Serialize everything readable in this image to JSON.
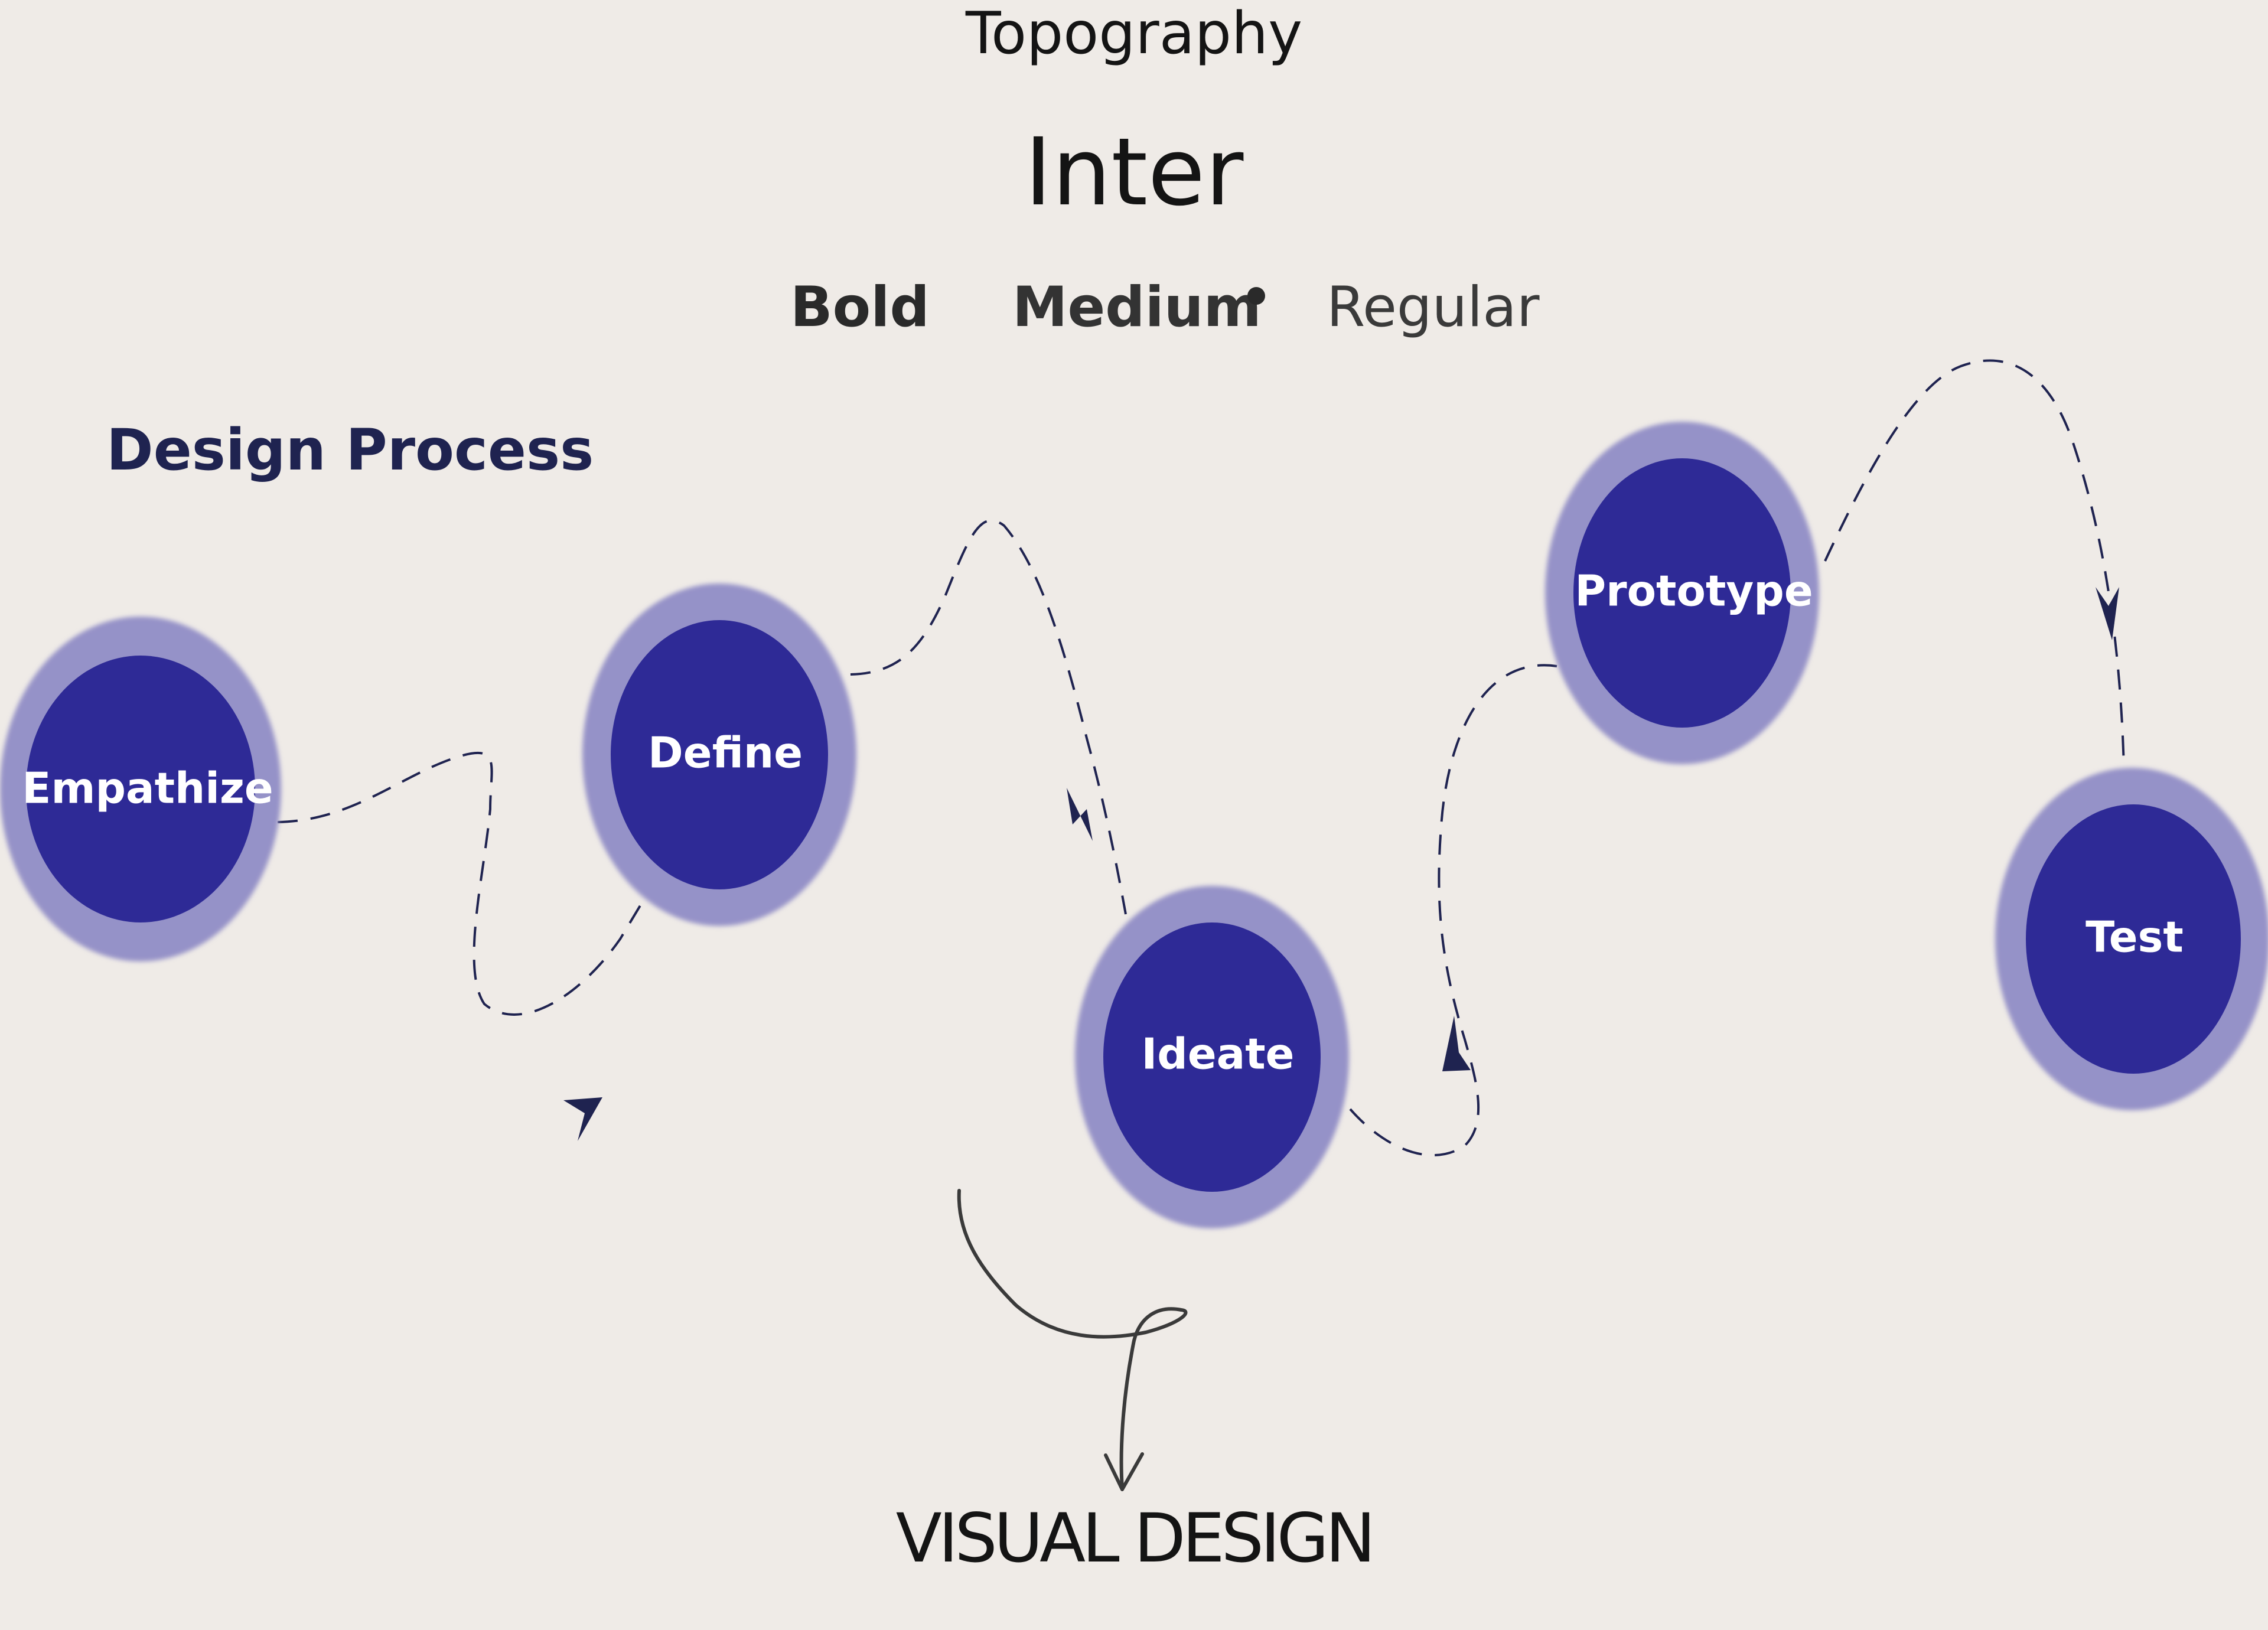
{
  "header": {
    "title": "Topography",
    "font_name": "Inter",
    "weights": [
      "Bold",
      "Medium",
      "Regular"
    ]
  },
  "section_title": "Design Process",
  "process_steps": [
    {
      "label": "Empathize"
    },
    {
      "label": "Define"
    },
    {
      "label": "Ideate"
    },
    {
      "label": "Prototype"
    },
    {
      "label": "Test"
    }
  ],
  "footer_label": "VISUAL DESIGN",
  "colors": {
    "background": "#efebe7",
    "node_inner": "#2e2a96",
    "node_ring": "#9592c8",
    "connector": "#1f2350",
    "text_dark": "#141414"
  }
}
